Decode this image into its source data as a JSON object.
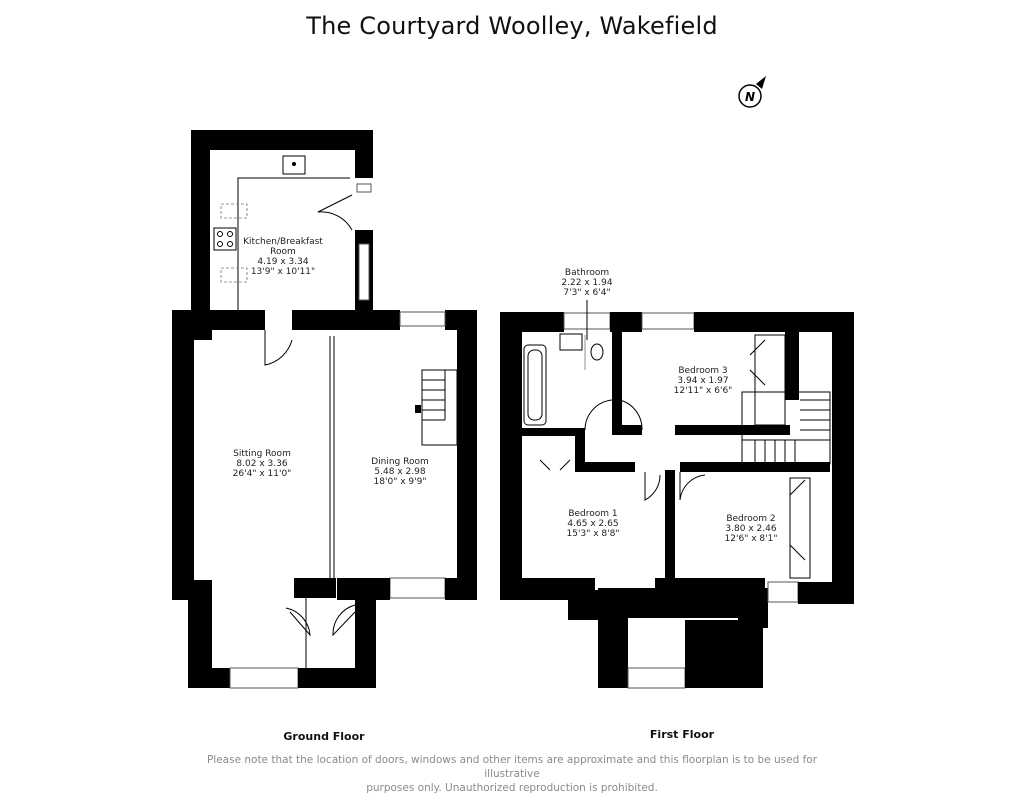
{
  "title": "The Courtyard Woolley, Wakefield",
  "compass": {
    "label": "N",
    "icon": "north-arrow-icon"
  },
  "ground_floor": {
    "label": "Ground Floor",
    "rooms": [
      {
        "name": "Kitchen/Breakfast",
        "name2": "Room",
        "metric": "4.19 x 3.34",
        "imperial": "13'9\" x 10'11\""
      },
      {
        "name": "Sitting Room",
        "metric": "8.02 x 3.36",
        "imperial": "26'4\" x 11'0\""
      },
      {
        "name": "Dining Room",
        "metric": "5.48 x 2.98",
        "imperial": "18'0\" x 9'9\""
      }
    ]
  },
  "first_floor": {
    "label": "First Floor",
    "rooms": [
      {
        "name": "Bathroom",
        "metric": "2.22 x 1.94",
        "imperial": "7'3\" x 6'4\""
      },
      {
        "name": "Bedroom 3",
        "metric": "3.94 x 1.97",
        "imperial": "12'11\" x 6'6\""
      },
      {
        "name": "Bedroom 1",
        "metric": "4.65 x 2.65",
        "imperial": "15'3\" x 8'8\""
      },
      {
        "name": "Bedroom 2",
        "metric": "3.80 x 2.46",
        "imperial": "12'6\" x 8'1\""
      }
    ]
  },
  "disclaimer": {
    "line1": "Please note that the location of doors, windows and other items are approximate and this floorplan is to be used for illustrative",
    "line2": "purposes only. Unauthorized reproduction is prohibited."
  }
}
